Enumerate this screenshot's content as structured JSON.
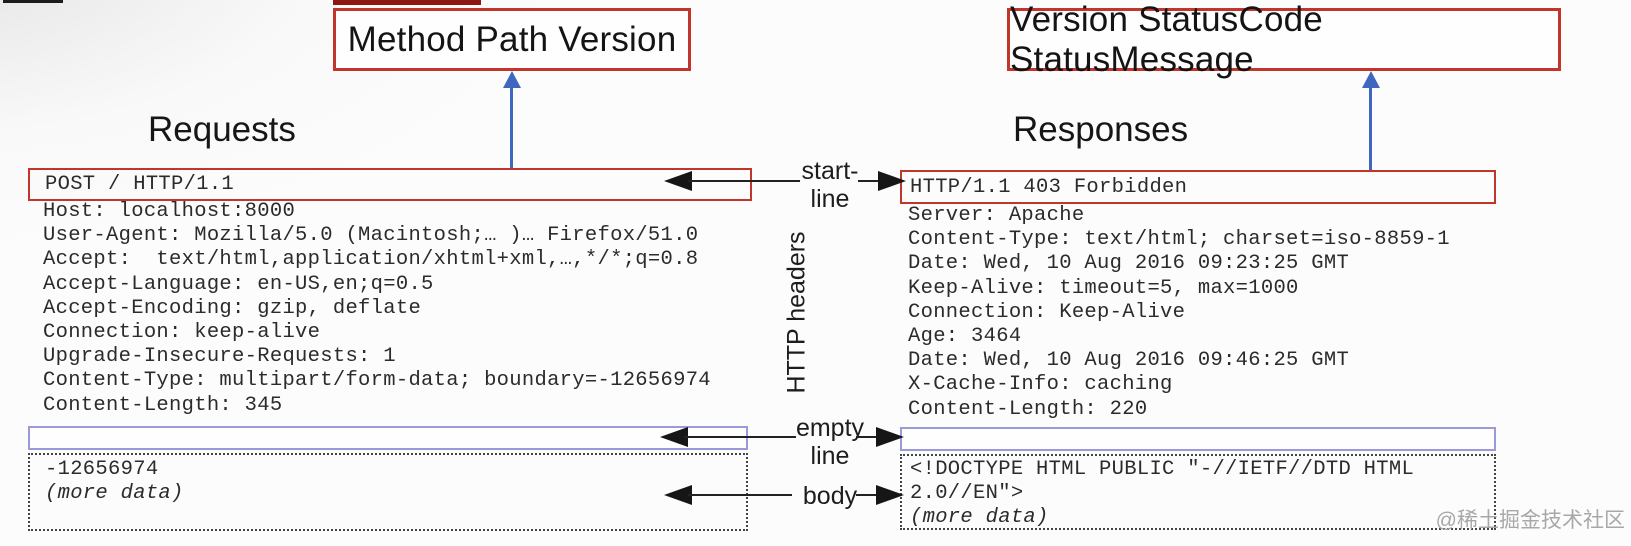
{
  "annotations": {
    "request_box": "Method Path Version",
    "response_box": "Version StatusCode StatusMessage"
  },
  "headings": {
    "requests": "Requests",
    "responses": "Responses"
  },
  "section_labels": {
    "start_line_1": "start-",
    "start_line_2": "line",
    "http_headers": "HTTP headers",
    "empty_line_1": "empty",
    "empty_line_2": "line",
    "body": "body"
  },
  "request": {
    "start_line": "POST / HTTP/1.1",
    "headers": [
      "Host: localhost:8000",
      "User-Agent: Mozilla/5.0 (Macintosh;… )… Firefox/51.0",
      "Accept:  text/html,application/xhtml+xml,…,*/*;q=0.8",
      "Accept-Language: en-US,en;q=0.5",
      "Accept-Encoding: gzip, deflate",
      "Connection: keep-alive",
      "Upgrade-Insecure-Requests: 1",
      "Content-Type: multipart/form-data; boundary=-12656974",
      "Content-Length: 345"
    ],
    "body_line": "-12656974",
    "body_more": "(more data)"
  },
  "response": {
    "start_line": "HTTP/1.1 403 Forbidden",
    "headers": [
      "Server: Apache",
      "Content-Type: text/html; charset=iso-8859-1",
      "Date: Wed, 10 Aug 2016 09:23:25 GMT",
      "Keep-Alive: timeout=5, max=1000",
      "Connection: Keep-Alive",
      "Age: 3464",
      "Date: Wed, 10 Aug 2016 09:46:25 GMT",
      "X-Cache-Info: caching",
      "Content-Length: 220"
    ],
    "body_line_1": "<!DOCTYPE HTML PUBLIC \"-//IETF//DTD HTML",
    "body_line_2": "2.0//EN\">",
    "body_more": "(more data)"
  },
  "watermark": "@稀土掘金技术社区",
  "colors": {
    "annotation_red": "#c2352b",
    "arrow_blue": "#3e68c0",
    "empty_line_border": "#9a9ad8",
    "body_border": "#444444"
  }
}
